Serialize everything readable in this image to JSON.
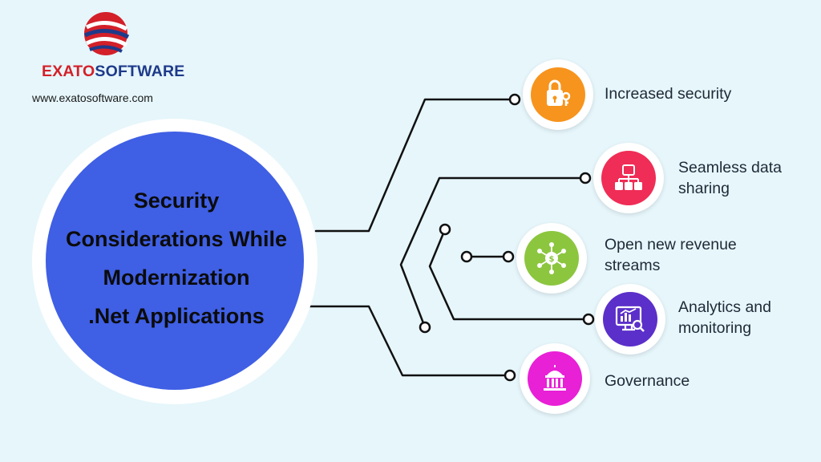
{
  "brand": {
    "name_part1": "EXATO",
    "name_part2": "SOFTWARE",
    "url": "www.exatosoftware.com",
    "colors": {
      "red": "#d32029",
      "navy": "#1e3a8a"
    }
  },
  "hub": {
    "title_lines": [
      "Security",
      "Considerations While",
      "Modernization",
      ".Net Applications"
    ],
    "fill": "#3f5fe4"
  },
  "features": [
    {
      "lines": [
        "Increased security"
      ],
      "color": "#f7941d",
      "icon": "lock-key-icon"
    },
    {
      "lines": [
        "Seamless data",
        "sharing"
      ],
      "color": "#ef2d56",
      "icon": "data-sharing-icon"
    },
    {
      "lines": [
        "Open new revenue",
        "streams"
      ],
      "color": "#8cc63f",
      "icon": "revenue-network-icon"
    },
    {
      "lines": [
        "Analytics and",
        "monitoring"
      ],
      "color": "#5b2fc9",
      "icon": "analytics-monitor-icon"
    },
    {
      "lines": [
        "Governance"
      ],
      "color": "#e820d6",
      "icon": "government-building-icon"
    }
  ]
}
